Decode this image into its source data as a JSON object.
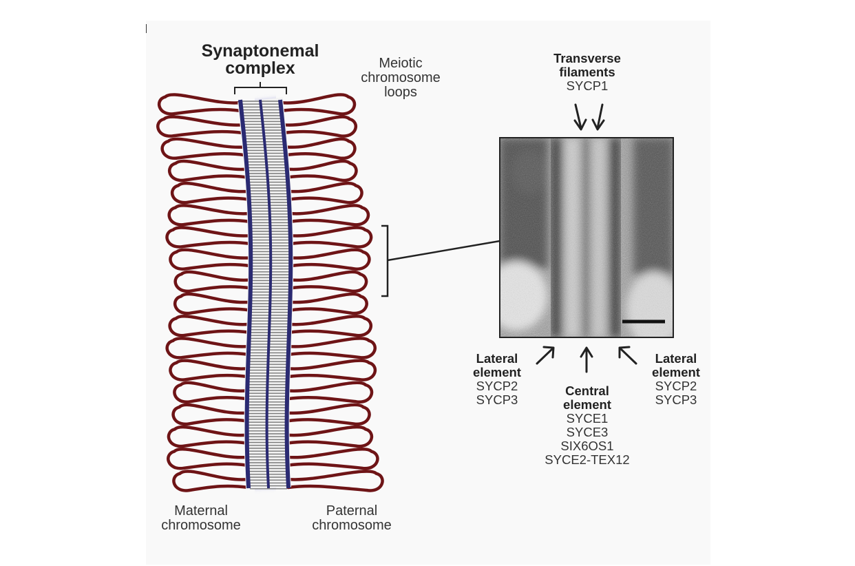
{
  "title": {
    "line1": "Synaptonemal",
    "line2": "complex"
  },
  "loops_label": [
    "Meiotic",
    "chromosome",
    "loops"
  ],
  "transverse": {
    "title_line1": "Transverse",
    "title_line2": "filaments",
    "protein": "SYCP1"
  },
  "lateral_left": {
    "title_line1": "Lateral",
    "title_line2": "element",
    "proteins": [
      "SYCP2",
      "SYCP3"
    ]
  },
  "lateral_right": {
    "title_line1": "Lateral",
    "title_line2": "element",
    "proteins": [
      "SYCP2",
      "SYCP3"
    ]
  },
  "central": {
    "title_line1": "Central",
    "title_line2": "element",
    "proteins": [
      "SYCE1",
      "SYCE3",
      "SIX6OS1",
      "SYCE2-TEX12"
    ]
  },
  "maternal": [
    "Maternal",
    "chromosome"
  ],
  "paternal": [
    "Paternal",
    "chromosome"
  ],
  "colors": {
    "loops": "#6e1416",
    "axis": "#2a2a72",
    "text": "#333333"
  }
}
